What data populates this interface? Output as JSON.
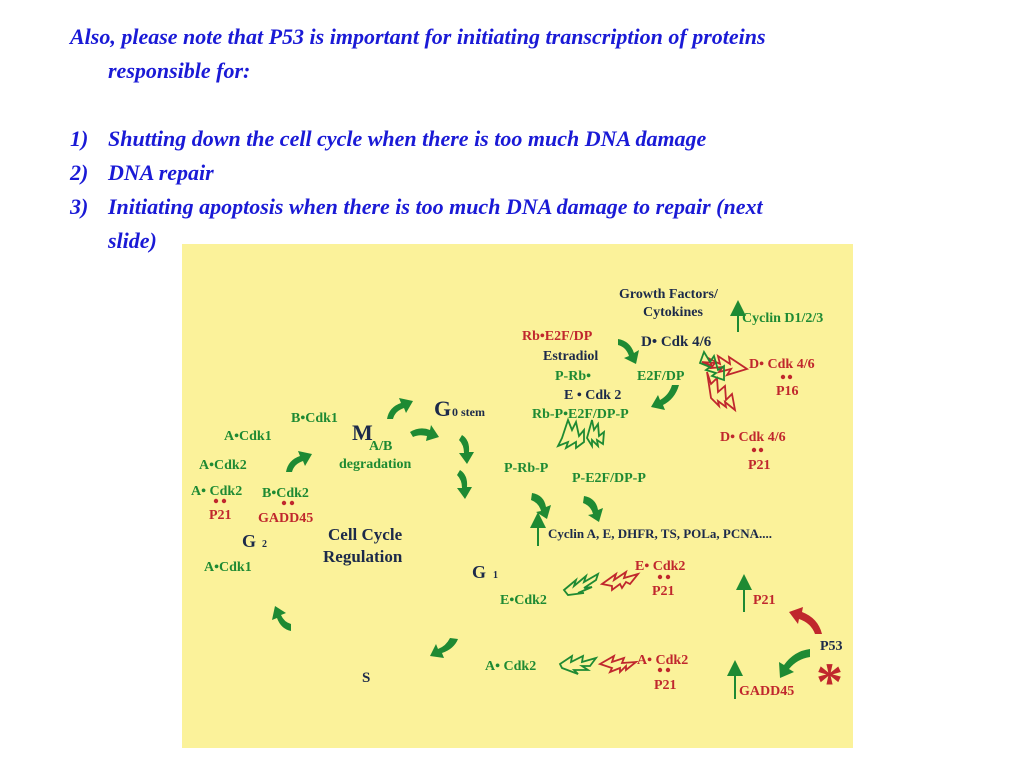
{
  "slide": {
    "intro_line1": "Also, please note that P53 is important for initiating transcription of proteins",
    "intro_line2": "responsible for:",
    "items": [
      {
        "num": "1)",
        "text": "Shutting down the cell cycle when there is too much DNA damage"
      },
      {
        "num": "2)",
        "text": "DNA repair"
      },
      {
        "num": "3)",
        "text": "Initiating apoptosis when there is too much DNA damage to repair (next",
        "cont": "slide)"
      }
    ]
  },
  "diagram": {
    "title_line1": "Cell Cycle",
    "title_line2": "Regulation",
    "phases": {
      "m": "M",
      "g0": "G",
      "g0_sub": "0 stem",
      "g1": "G",
      "g1_sub": "1",
      "g2": "G",
      "g2_sub": "2",
      "s": "S"
    },
    "labels": {
      "growth_factors": "Growth Factors/",
      "cytokines": "Cytokines",
      "cyclin_d": "Cyclin D1/2/3",
      "rb_e2f_dp": "Rb•E2F/DP",
      "estradiol": "Estradiol",
      "d_cdk46_a": "D• Cdk 4/6",
      "d_cdk46_b": "D• Cdk 4/6",
      "d_cdk46_c": "D• Cdk 4/6",
      "p16": "P16",
      "p21_a": "P21",
      "p_rb": "P-Rb•",
      "e2f_dp": "E2F/DP",
      "e_cdk2": "E • Cdk 2",
      "rbp_e2fdpp": "Rb-P•E2F/DP-P",
      "p_rb_p": "P-Rb-P",
      "p_e2f_dp_p": "P-E2F/DP-P",
      "cyclins": "Cyclin A, E, DHFR, TS, POLa, PCNA....",
      "e_cdk2_red": "E• Cdk2",
      "p21_b": "P21",
      "e_cdk2_green": "E•Cdk2",
      "p21_c": "P21",
      "p53": "P53",
      "a_cdk2_green": "A• Cdk2",
      "a_cdk2_red": "A• Cdk2",
      "p21_d": "P21",
      "gadd45_right": "GADD45",
      "b_cdk1": "B•Cdk1",
      "a_cdk1_top": "A•Cdk1",
      "ab_line1": "A/B",
      "ab_line2": "degradation",
      "a_cdk2_left": "A•Cdk2",
      "a_cdk2_red_left": "A• Cdk2",
      "b_cdk2": "B•Cdk2",
      "p21_e": "P21",
      "gadd45_left": "GADD45",
      "a_cdk1_bottom": "A•Cdk1",
      "asterisk": "*"
    }
  },
  "colors": {
    "text_blue": "#1a1ad6",
    "diagram_bg": "#fbf29a",
    "green": "#1e8a33",
    "red": "#c0272d",
    "dark": "#1c2a4a"
  }
}
